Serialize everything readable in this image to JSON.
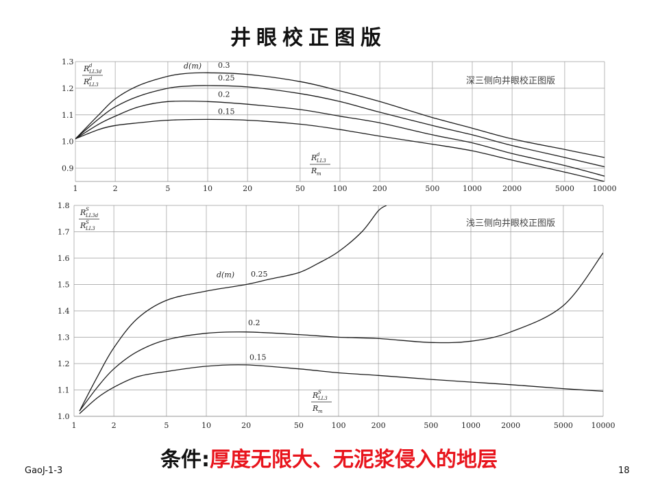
{
  "slide": {
    "title": "井眼校正图版",
    "condition_label": "条件:",
    "condition_text": "厚度无限大、无泥浆侵入的地层",
    "id": "GaoJ-1-3",
    "page_number": "18"
  },
  "chart_data": [
    {
      "type": "line",
      "title": "深三侧向井眼校正图版",
      "x_scale": "log",
      "xlim": [
        1,
        10000
      ],
      "x_ticks": [
        1,
        2,
        5,
        10,
        20,
        50,
        100,
        200,
        500,
        1000,
        2000,
        5000,
        10000
      ],
      "x_tick_labels": [
        "1",
        "2",
        "5",
        "10",
        "20",
        "50",
        "100",
        "200",
        "500",
        "1000",
        "2000",
        "5000",
        "10000"
      ],
      "ylim": [
        0.85,
        1.3
      ],
      "y_ticks": [
        0.9,
        1.0,
        1.1,
        1.2,
        1.3
      ],
      "y_tick_labels": [
        "0.9",
        "1.0",
        "1.1",
        "1.2",
        "1.3"
      ],
      "ylabel": {
        "num": "R",
        "num_sup": "d",
        "num_sub": "LL3d",
        "den": "R",
        "den_sup": "d",
        "den_sub": "LL3"
      },
      "xlabel": {
        "num": "R",
        "num_sup": "d",
        "num_sub": "LL3",
        "den": "R",
        "den_sub": "m"
      },
      "legend_title": "d(m)",
      "grid": true,
      "series": [
        {
          "name": "0.3",
          "points": [
            [
              1,
              1.01
            ],
            [
              1.5,
              1.1
            ],
            [
              2,
              1.16
            ],
            [
              3,
              1.21
            ],
            [
              5,
              1.245
            ],
            [
              7,
              1.256
            ],
            [
              10,
              1.258
            ],
            [
              20,
              1.252
            ],
            [
              50,
              1.225
            ],
            [
              100,
              1.19
            ],
            [
              200,
              1.15
            ],
            [
              500,
              1.09
            ],
            [
              1000,
              1.05
            ],
            [
              2000,
              1.01
            ],
            [
              5000,
              0.97
            ],
            [
              10000,
              0.94
            ]
          ]
        },
        {
          "name": "0.25",
          "points": [
            [
              1,
              1.01
            ],
            [
              1.5,
              1.085
            ],
            [
              2,
              1.13
            ],
            [
              3,
              1.17
            ],
            [
              5,
              1.2
            ],
            [
              7,
              1.208
            ],
            [
              10,
              1.21
            ],
            [
              20,
              1.205
            ],
            [
              50,
              1.18
            ],
            [
              100,
              1.15
            ],
            [
              200,
              1.11
            ],
            [
              500,
              1.06
            ],
            [
              1000,
              1.025
            ],
            [
              2000,
              0.985
            ],
            [
              5000,
              0.94
            ],
            [
              10000,
              0.905
            ]
          ]
        },
        {
          "name": "0.2",
          "points": [
            [
              1,
              1.01
            ],
            [
              1.5,
              1.065
            ],
            [
              2,
              1.095
            ],
            [
              3,
              1.13
            ],
            [
              5,
              1.15
            ],
            [
              10,
              1.15
            ],
            [
              20,
              1.14
            ],
            [
              50,
              1.12
            ],
            [
              100,
              1.095
            ],
            [
              200,
              1.07
            ],
            [
              500,
              1.025
            ],
            [
              1000,
              0.995
            ],
            [
              2000,
              0.955
            ],
            [
              5000,
              0.91
            ],
            [
              10000,
              0.87
            ]
          ]
        },
        {
          "name": "0.15",
          "points": [
            [
              1,
              1.01
            ],
            [
              1.5,
              1.045
            ],
            [
              2,
              1.06
            ],
            [
              3,
              1.07
            ],
            [
              5,
              1.08
            ],
            [
              10,
              1.083
            ],
            [
              20,
              1.08
            ],
            [
              50,
              1.065
            ],
            [
              100,
              1.045
            ],
            [
              200,
              1.02
            ],
            [
              500,
              0.99
            ],
            [
              1000,
              0.965
            ],
            [
              2000,
              0.93
            ],
            [
              5000,
              0.885
            ],
            [
              10000,
              0.85
            ]
          ]
        }
      ]
    },
    {
      "type": "line",
      "title": "浅三侧向井眼校正图版",
      "x_scale": "log",
      "xlim": [
        1,
        10000
      ],
      "x_ticks": [
        1,
        2,
        5,
        10,
        20,
        50,
        100,
        200,
        500,
        1000,
        2000,
        5000,
        10000
      ],
      "x_tick_labels": [
        "1",
        "2",
        "5",
        "10",
        "20",
        "50",
        "100",
        "200",
        "500",
        "1000",
        "2000",
        "5000",
        "10000"
      ],
      "ylim": [
        1.0,
        1.8
      ],
      "y_ticks": [
        1.0,
        1.1,
        1.2,
        1.3,
        1.4,
        1.5,
        1.6,
        1.7,
        1.8
      ],
      "y_tick_labels": [
        "1.0",
        "1.1",
        "1.2",
        "1.3",
        "1.4",
        "1.5",
        "1.6",
        "1.7",
        "1.8"
      ],
      "ylabel": {
        "num": "R",
        "num_sup": "S",
        "num_sub": "LL3d",
        "den": "R",
        "den_sup": "S",
        "den_sub": "LL3"
      },
      "xlabel": {
        "num": "R",
        "num_sup": "S",
        "num_sub": "LL3",
        "den": "R",
        "den_sub": "m"
      },
      "legend_title": "d(m)",
      "grid": true,
      "series": [
        {
          "name": "0.25",
          "points": [
            [
              1.1,
              1.02
            ],
            [
              1.5,
              1.15
            ],
            [
              2,
              1.26
            ],
            [
              3,
              1.37
            ],
            [
              5,
              1.44
            ],
            [
              10,
              1.475
            ],
            [
              20,
              1.5
            ],
            [
              30,
              1.52
            ],
            [
              50,
              1.545
            ],
            [
              70,
              1.58
            ],
            [
              100,
              1.625
            ],
            [
              150,
              1.7
            ],
            [
              200,
              1.78
            ],
            [
              230,
              1.8
            ]
          ]
        },
        {
          "name": "0.2",
          "points": [
            [
              1.1,
              1.02
            ],
            [
              1.5,
              1.11
            ],
            [
              2,
              1.18
            ],
            [
              3,
              1.245
            ],
            [
              5,
              1.29
            ],
            [
              10,
              1.315
            ],
            [
              20,
              1.32
            ],
            [
              50,
              1.31
            ],
            [
              100,
              1.3
            ],
            [
              200,
              1.295
            ],
            [
              500,
              1.28
            ],
            [
              1000,
              1.285
            ],
            [
              2000,
              1.32
            ],
            [
              5000,
              1.42
            ],
            [
              10000,
              1.62
            ]
          ]
        },
        {
          "name": "0.15",
          "points": [
            [
              1.1,
              1.01
            ],
            [
              1.5,
              1.07
            ],
            [
              2,
              1.11
            ],
            [
              3,
              1.15
            ],
            [
              5,
              1.17
            ],
            [
              10,
              1.19
            ],
            [
              20,
              1.195
            ],
            [
              50,
              1.18
            ],
            [
              100,
              1.165
            ],
            [
              200,
              1.155
            ],
            [
              500,
              1.14
            ],
            [
              1000,
              1.13
            ],
            [
              2000,
              1.12
            ],
            [
              5000,
              1.105
            ],
            [
              10000,
              1.095
            ]
          ]
        }
      ]
    }
  ]
}
